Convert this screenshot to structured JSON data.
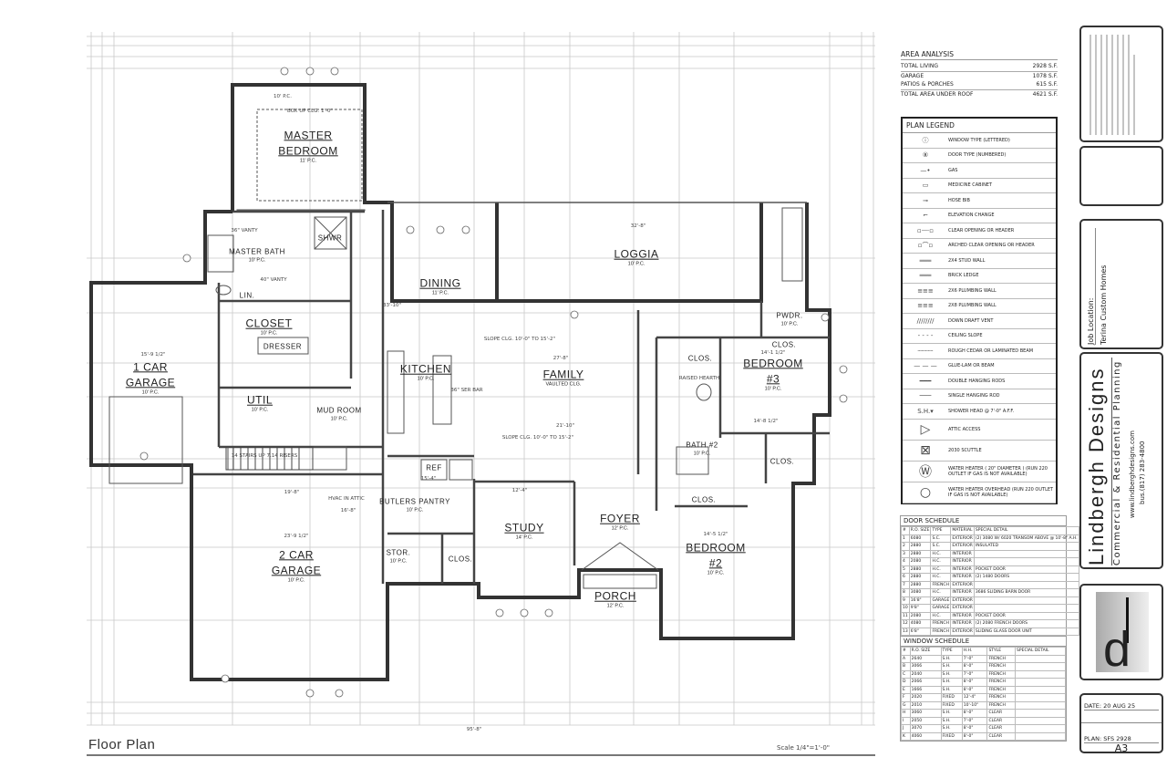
{
  "drawing": {
    "title": "Floor Plan",
    "scale": "Scale 1/4\"=1'-0\""
  },
  "rooms": [
    {
      "name": "MASTER BEDROOM",
      "ceiling": "11' P.C."
    },
    {
      "name": "MASTER BATH",
      "ceiling": "10' P.C."
    },
    {
      "name": "CLOSET",
      "ceiling": "10' P.C."
    },
    {
      "name": "DRESSER",
      "ceiling": ""
    },
    {
      "name": "UTIL",
      "ceiling": "10' P.C."
    },
    {
      "name": "MUD ROOM",
      "ceiling": "10' P.C."
    },
    {
      "name": "1 CAR GARAGE",
      "ceiling": "10' P.C."
    },
    {
      "name": "2 CAR GARAGE",
      "ceiling": "10' P.C."
    },
    {
      "name": "DINING",
      "ceiling": "11' P.C."
    },
    {
      "name": "KITCHEN",
      "ceiling": "10' P.C."
    },
    {
      "name": "FAMILY",
      "ceiling": "VAULTED CLG."
    },
    {
      "name": "LOGGIA",
      "ceiling": "10' P.C."
    },
    {
      "name": "BEDROOM #3",
      "ceiling": "10' P.C."
    },
    {
      "name": "BEDROOM #2",
      "ceiling": "10' P.C."
    },
    {
      "name": "BATH #2",
      "ceiling": "10' P.C."
    },
    {
      "name": "STUDY",
      "ceiling": "14' P.C."
    },
    {
      "name": "FOYER",
      "ceiling": "12' P.C."
    },
    {
      "name": "PORCH",
      "ceiling": "12' P.C."
    },
    {
      "name": "BUTLERS PANTRY",
      "ceiling": "10' P.C."
    },
    {
      "name": "STOR.",
      "ceiling": "10' P.C."
    },
    {
      "name": "CLOS.",
      "ceiling": ""
    },
    {
      "name": "CLOS.",
      "ceiling": ""
    },
    {
      "name": "CLOS.",
      "ceiling": ""
    },
    {
      "name": "CLOS.",
      "ceiling": ""
    },
    {
      "name": "CLOS.",
      "ceiling": ""
    },
    {
      "name": "PWDR.",
      "ceiling": "10' P.C."
    },
    {
      "name": "LIN.",
      "ceiling": ""
    },
    {
      "name": "SHWR",
      "ceiling": ""
    },
    {
      "name": "REF",
      "ceiling": ""
    }
  ],
  "notes": [
    "BOX UP CLG. 1'-0\"",
    "10' P.C.",
    "SLOPE CLG. 10'-0\" TO 15'-2\"",
    "SLOPE CLG. 10'-0\" TO 15'-2\"",
    "36\" VANTY",
    "40\" VANTY",
    "14 STAIRS UP 7.14 RISERS",
    "HVAC IN ATTIC",
    "RAISED HEARTH",
    "36\" SER BAR"
  ],
  "dimensions": [
    "33'-10\"",
    "27'-8\"",
    "21'-10\"",
    "32'-8\"",
    "16'-8\"",
    "14'-1 1/2\"",
    "14'-8 1/2\"",
    "14'-5 1/2\"",
    "23'-9 1/2\"",
    "19'-8\"",
    "15'-9 1/2\"",
    "12'-4\"",
    "15'-4\"",
    "95'-8\""
  ],
  "area_analysis": {
    "title": "AREA ANALYSIS",
    "rows": [
      {
        "label": "TOTAL LIVING",
        "value": "2928",
        "unit": "S.F."
      },
      {
        "label": "GARAGE",
        "value": "1078",
        "unit": "S.F."
      },
      {
        "label": "PATIOS & PORCHES",
        "value": "615",
        "unit": "S.F."
      },
      {
        "label": "TOTAL AREA UNDER ROOF",
        "value": "4621",
        "unit": "S.F."
      }
    ]
  },
  "legend": {
    "title": "PLAN LEGEND",
    "items": [
      {
        "symbol": "window-tag",
        "label": "WINDOW TYPE (LETTERED)"
      },
      {
        "symbol": "door-tag",
        "label": "DOOR TYPE (NUMBERED)"
      },
      {
        "symbol": "gas",
        "label": "GAS"
      },
      {
        "symbol": "medicine-cabinet",
        "label": "MEDICINE CABINET"
      },
      {
        "symbol": "hose-bib",
        "label": "HOSE BIB"
      },
      {
        "symbol": "elevation-change",
        "label": "ELEVATION CHANGE"
      },
      {
        "symbol": "clear-opening",
        "label": "CLEAR OPENING OR HEADER"
      },
      {
        "symbol": "arched-opening",
        "label": "ARCHED CLEAR OPENING OR HEADER"
      },
      {
        "symbol": "stud-wall",
        "label": "2X4 STUD WALL"
      },
      {
        "symbol": "brick-ledge",
        "label": "BRICK LEDGE"
      },
      {
        "symbol": "plumbing-wall-2x6",
        "label": "2X6 PLUMBING WALL"
      },
      {
        "symbol": "plumbing-wall-2x8",
        "label": "2X8 PLUMBING WALL"
      },
      {
        "symbol": "down-draft-vent",
        "label": "DOWN DRAFT VENT"
      },
      {
        "symbol": "ceiling-slope",
        "label": "CEILING SLOPE"
      },
      {
        "symbol": "beam",
        "label": "ROUGH CEDAR OR LAMINATED BEAM"
      },
      {
        "symbol": "glulam",
        "label": "GLUE-LAM OR BEAM"
      },
      {
        "symbol": "double-rod",
        "label": "DOUBLE HANGING RODS"
      },
      {
        "symbol": "single-rod",
        "label": "SINGLE HANGING ROD"
      },
      {
        "symbol": "shower-head",
        "label": "SHOWER HEAD @ 7'-0\" A.F.F."
      },
      {
        "symbol": "attic-access",
        "label": "ATTIC ACCESS"
      },
      {
        "symbol": "scuttle",
        "label": "2030 SCUTTLE"
      },
      {
        "symbol": "water-heater",
        "label": "WATER HEATER ( 20\" DIAMETER ) (RUN 220 OUTLET IF GAS IS NOT AVAILABLE)"
      },
      {
        "symbol": "water-heater-overhead",
        "label": "WATER HEATER OVERHEAD (RUN 220 OUTLET IF GAS IS NOT AVAILABLE)"
      }
    ]
  },
  "door_schedule": {
    "title": "DOOR SCHEDULE",
    "headers": [
      "#",
      "R.O. SIZE",
      "TYPE",
      "MATERIAL",
      "SPECIAL DETAIL"
    ],
    "rows": [
      [
        "1",
        "6080",
        "S.C.",
        "EXTERIOR",
        "(2) 3080 W/ 6020 TRANSOM ABOVE @ 10'-8\" A.H."
      ],
      [
        "2",
        "2880",
        "S.C.",
        "EXTERIOR",
        "INSULATED"
      ],
      [
        "3",
        "2880",
        "H.C.",
        "INTERIOR",
        ""
      ],
      [
        "4",
        "2080",
        "H.C.",
        "INTERIOR",
        ""
      ],
      [
        "5",
        "2880",
        "H.C.",
        "INTERIOR",
        "POCKET DOOR"
      ],
      [
        "6",
        "2880",
        "H.C.",
        "INTERIOR",
        "(2) 1480 DOORS"
      ],
      [
        "7",
        "2880",
        "FRENCH",
        "EXTERIOR",
        ""
      ],
      [
        "8",
        "3080",
        "H.C.",
        "INTERIOR",
        "3686 SLIDING BARN DOOR"
      ],
      [
        "9",
        "16'8\"",
        "GARAGE",
        "EXTERIOR",
        ""
      ],
      [
        "10",
        "9'8\"",
        "GARAGE",
        "EXTERIOR",
        ""
      ],
      [
        "11",
        "2080",
        "H.C.",
        "INTERIOR",
        "POCKET DOOR"
      ],
      [
        "12",
        "4080",
        "FRENCH",
        "INTERIOR",
        "(2) 2080 FRENCH DOORS"
      ],
      [
        "13",
        "6'8\"",
        "FRENCH",
        "EXTERIOR",
        "SLIDING GLASS DOOR UNIT"
      ]
    ]
  },
  "window_schedule": {
    "title": "WINDOW SCHEDULE",
    "headers": [
      "#",
      "R.O. SIZE",
      "TYPE",
      "H.H.",
      "STYLE",
      "SPECIAL DETAIL"
    ],
    "rows": [
      [
        "A",
        "2640",
        "S.H.",
        "7'-0\"",
        "FRENCH",
        ""
      ],
      [
        "B",
        "3066",
        "S.H.",
        "8'-0\"",
        "FRENCH",
        ""
      ],
      [
        "C",
        "2040",
        "S.H.",
        "7'-0\"",
        "FRENCH",
        ""
      ],
      [
        "D",
        "2066",
        "S.H.",
        "8'-0\"",
        "FRENCH",
        ""
      ],
      [
        "E",
        "1666",
        "S.H.",
        "8'-0\"",
        "FRENCH",
        ""
      ],
      [
        "F",
        "2020",
        "FIXED",
        "12'-4\"",
        "FRENCH",
        ""
      ],
      [
        "G",
        "2010",
        "FIXED",
        "10'-10\"",
        "FRENCH",
        ""
      ],
      [
        "H",
        "3060",
        "S.H.",
        "8'-0\"",
        "CLEAR",
        ""
      ],
      [
        "I",
        "2050",
        "S.H.",
        "7'-0\"",
        "CLEAR",
        ""
      ],
      [
        "J",
        "3070",
        "S.H.",
        "8'-0\"",
        "CLEAR",
        ""
      ],
      [
        "K",
        "4060",
        "FIXED",
        "8'-0\"",
        "CLEAR",
        ""
      ]
    ]
  },
  "title_block": {
    "job_location_label": "Job Location:",
    "job_location": "Terina Custom Homes",
    "company": "Lindbergh Designs",
    "tagline": "Commercial & Residential Planning",
    "website": "www.lindberghdesigns.com",
    "phone": "bus.(817) 283-4800",
    "logo_letter": "d",
    "date": "DATE: 20 AUG 25",
    "plan": "PLAN: SFS 2928",
    "sheet": "A3"
  }
}
